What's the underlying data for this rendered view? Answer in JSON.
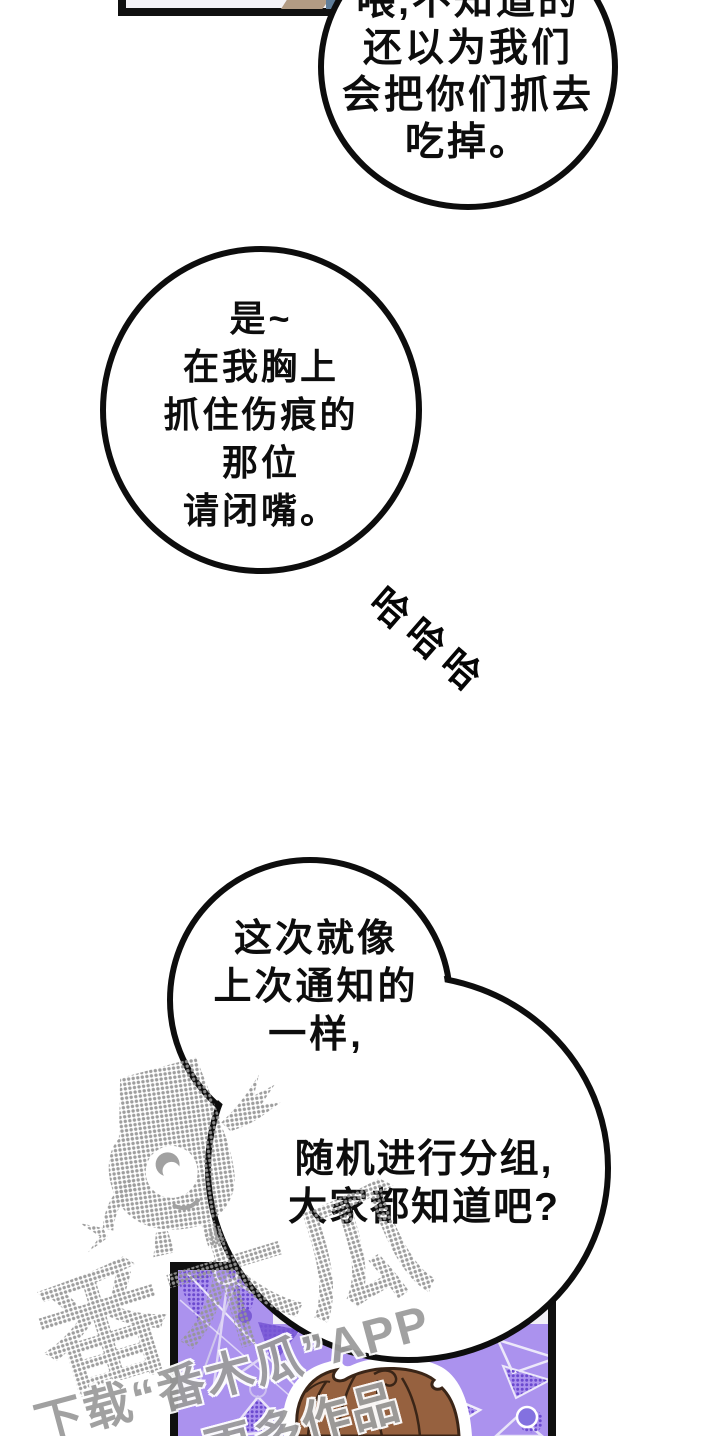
{
  "comic": {
    "bubble_top": {
      "lines": [
        "喂,不知道的",
        "还以为我们",
        "会把你们抓去",
        "吃掉。"
      ]
    },
    "bubble_circle": {
      "lines": [
        "是~",
        "在我胸上",
        "抓住伤痕的",
        "那位",
        "请闭嘴。"
      ]
    },
    "sfx_laugh": "哈哈哈",
    "bubble_group_top": {
      "lines": [
        "这次就像",
        "上次通知的",
        "一样,"
      ]
    },
    "bubble_group_bottom": {
      "lines": [
        "随机进行分组,",
        "大家都知道吧?"
      ]
    }
  },
  "watermark": {
    "brand_large": "番木瓜",
    "download_line": "下载“番木瓜”APP",
    "more_line": "更多作品"
  },
  "colors": {
    "ink": "#0d0d0d",
    "panel_purple": "#ab92ee",
    "dark_purple": "#7e5ed8",
    "hair_brown": "#96613f",
    "hair_line": "#3a2517",
    "tan_shape": "#b29b84",
    "navy_shape": "#203a55",
    "watermark_gray": "#9c9c9c",
    "light_band": "#f2f0f7"
  }
}
